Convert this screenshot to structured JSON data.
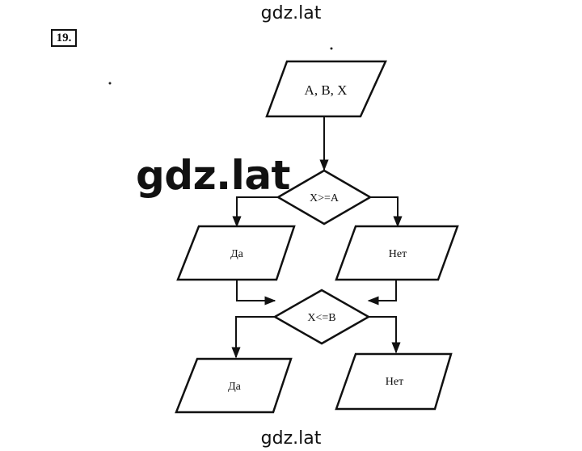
{
  "watermarks": {
    "top": "gdz.lat",
    "center": "gdz.lat",
    "bottom": "gdz.lat"
  },
  "task_number": "19.",
  "flowchart": {
    "input": "A, B, X",
    "cond1": "X>=A",
    "cond1_yes": "Да",
    "cond1_no": "Нет",
    "cond2": "X<=B",
    "cond2_yes": "Да",
    "cond2_no": "Нет"
  }
}
